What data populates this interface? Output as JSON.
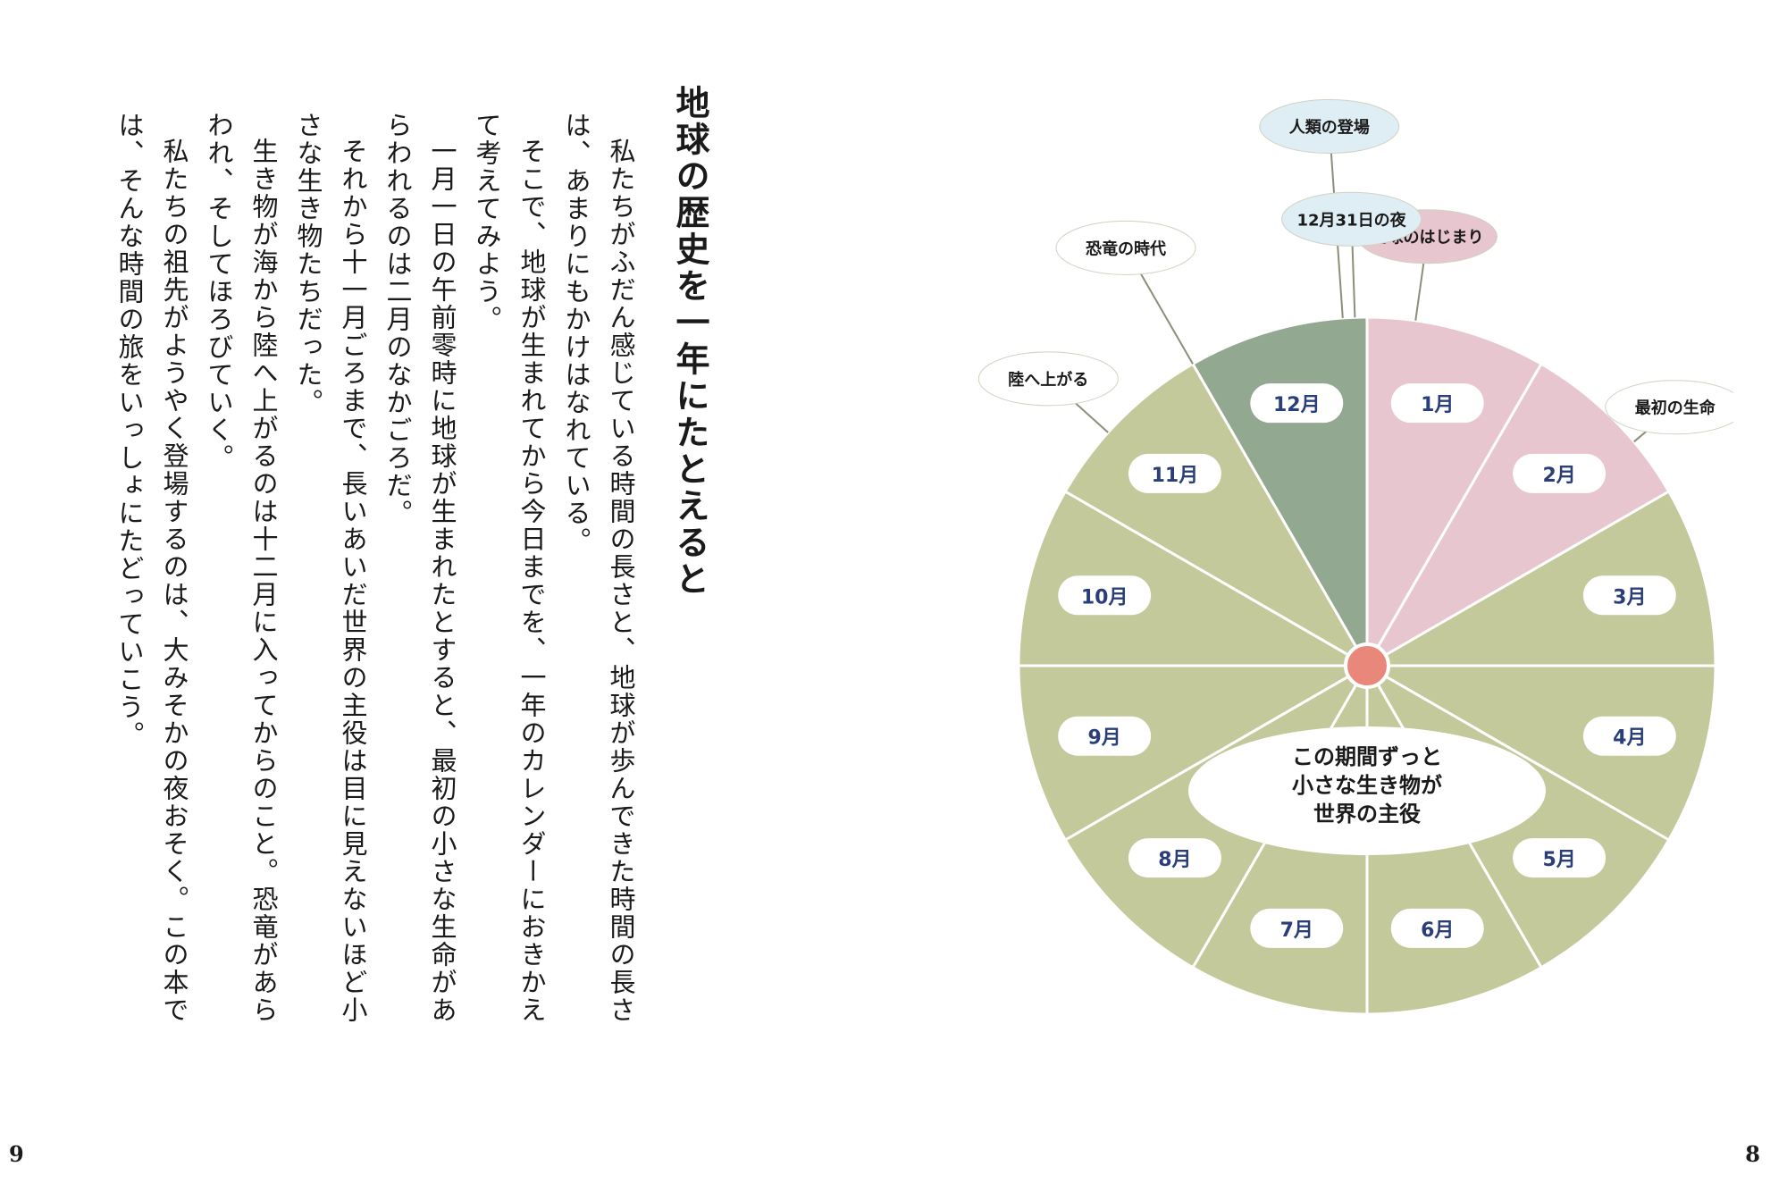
{
  "page": {
    "heading": "地球の歴史を一年にたとえると",
    "paragraphs": [
      "私たちがふだん感じている時間の長さと、地球が歩んできた時間の長さは、あまりにもかけはなれている。",
      "そこで、地球が生まれてから今日までを、一年のカレンダーにおきかえて考えてみよう。",
      "一月一日の午前零時に地球が生まれたとすると、最初の小さな生命があらわれるのは二月のなかごろだ。",
      "それから十一月ごろまで、長いあいだ世界の主役は目に見えないほど小さな生き物たちだった。",
      "生き物が海から陸へ上がるのは十二月に入ってからのこと。恐竜があらわれ、そしてほろびていく。",
      "私たちの祖先がようやく登場するのは、大みそかの夜おそく。この本では、そんな時間の旅をいっしょにたどっていこう。"
    ]
  },
  "figure": {
    "months": [
      "1月",
      "2月",
      "3月",
      "4月",
      "5月",
      "6月",
      "7月",
      "8月",
      "9月",
      "10月",
      "11月",
      "12月"
    ],
    "center_label": [
      "この期間ずっと",
      "小さな生き物が",
      "世界の主役"
    ],
    "callouts": {
      "birth": "地球のはじまり",
      "first_life": "最初の生命",
      "land": "陸へ上がる",
      "dinosaurs": "恐竜の時代",
      "humans": "人類の登場",
      "time": "12月31日の夜"
    },
    "colors": {
      "green": "#c4c99b",
      "dark_green": "#93a890",
      "pink": "#e8c6d0",
      "center": "#e9877a",
      "label_text": "#2a3f7a"
    }
  },
  "folios": {
    "left": "9",
    "right": "8"
  }
}
